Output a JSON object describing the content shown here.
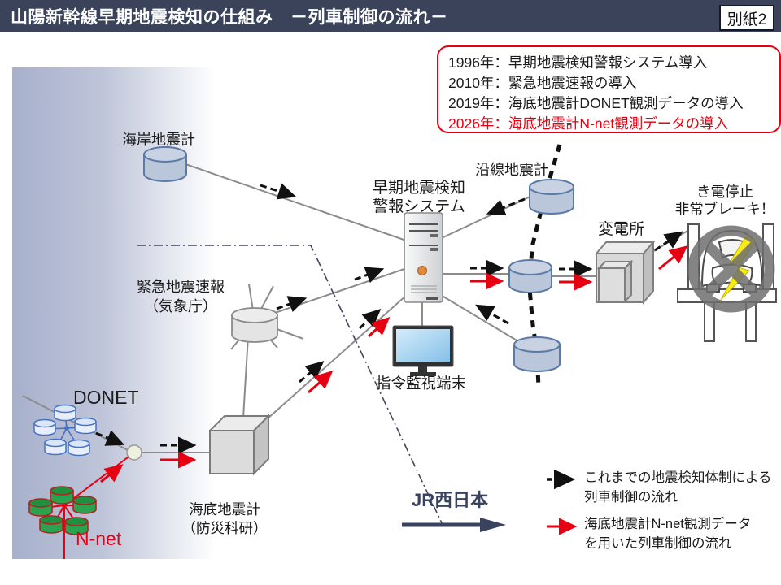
{
  "title_bar": {
    "title": "山陽新幹線早期地震検知の仕組み　－列車制御の流れ－",
    "attachment": "別紙2"
  },
  "timeline": {
    "items": [
      {
        "text": "1996年：早期地震検知警報システム導入"
      },
      {
        "text": "2010年：緊急地震速報の導入"
      },
      {
        "text": "2019年：海底地震計DONET観測データの導入"
      },
      {
        "text": "2026年：海底地震計N-net観測データの導入"
      }
    ]
  },
  "labels": {
    "coastal_seismometer": "海岸地震計",
    "wayside_seismometer": "沿線地震計",
    "warning_system_l1": "早期地震検知",
    "warning_system_l2": "警報システム",
    "substation": "変電所",
    "train_alert_l1": "き電停止",
    "train_alert_l2": "非常ブレーキ！",
    "eew_l1": "緊急地震速報",
    "eew_l2": "（気象庁）",
    "donet": "DONET",
    "nnet": "N-net",
    "seafloor_seismometer_l1": "海底地震計",
    "seafloor_seismometer_l2": "（防災科研）",
    "command_terminal": "指令監視端末",
    "jr_west": "JR西日本"
  },
  "legend": {
    "legacy_l1": "これまでの地震検知体制による",
    "legacy_l2": "列車制御の流れ",
    "nnet_l1": "海底地震計N-net観測データ",
    "nnet_l2": "を用いた列車制御の流れ"
  },
  "colors": {
    "title_bar": "#3a435a",
    "accent_red": "#e60012",
    "jr_navy": "#39435f",
    "cylinder_blue": "#bac6da",
    "hub_gray": "#e4e4e4",
    "nnet_green": "#2ba24d",
    "donet_blue": "#4472c4",
    "line_gray": "#8c8c8c"
  }
}
